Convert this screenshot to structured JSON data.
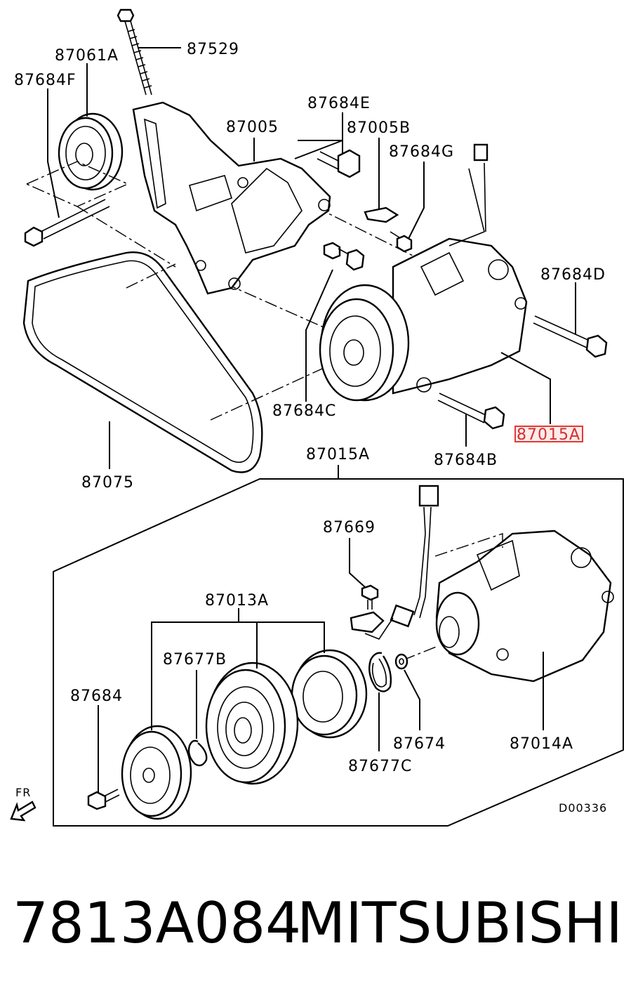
{
  "labels": {
    "l87529": "87529",
    "l87061A": "87061A",
    "l87684F": "87684F",
    "l87684E": "87684E",
    "l87005": "87005",
    "l87005B": "87005B",
    "l87684G": "87684G",
    "l87684D": "87684D",
    "l87684C": "87684C",
    "l87684B": "87684B",
    "l87015A_top": "87015A",
    "l87075": "87075",
    "l87015A": "87015A",
    "l87669": "87669",
    "l87013A": "87013A",
    "l87677B": "87677B",
    "l87684": "87684",
    "l87674": "87674",
    "l87014A": "87014A",
    "l87677C": "87677C",
    "fr": "FR",
    "code": "D00336"
  },
  "footer": {
    "part_number": "7813A084",
    "brand": "MITSUBISHI"
  },
  "highlight_color": "#e53935"
}
